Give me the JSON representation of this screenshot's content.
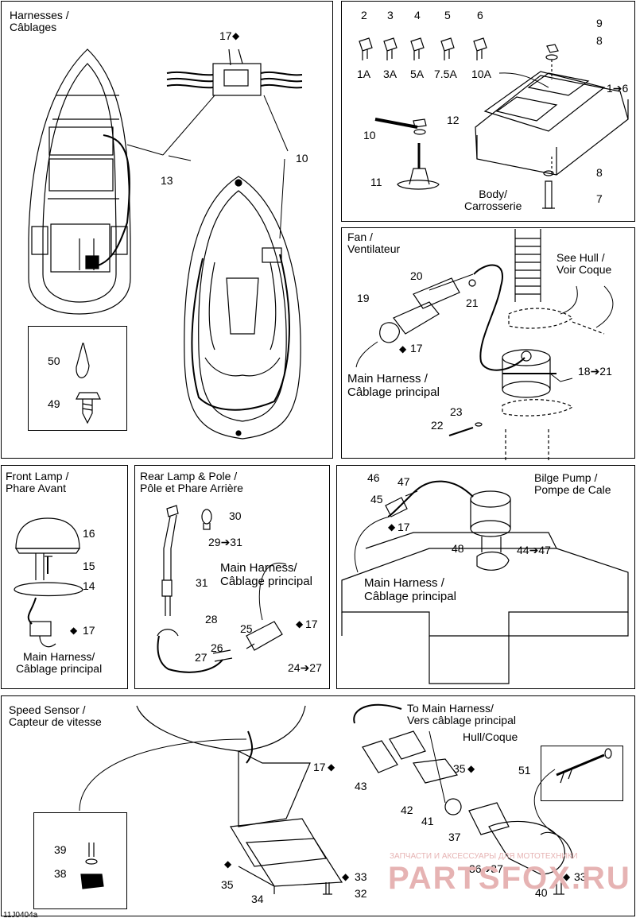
{
  "panels": {
    "harnesses": {
      "title": "Harnesses /\nCâblages",
      "callouts": [
        "17",
        "13",
        "10",
        "50",
        "49"
      ]
    },
    "fuses": {
      "fuse_numbers": [
        "2",
        "3",
        "4",
        "5",
        "6"
      ],
      "fuse_ratings": [
        "1A",
        "3A",
        "5A",
        "7.5A",
        "10A"
      ],
      "callouts": [
        "9",
        "8",
        "1➔6",
        "12",
        "10",
        "11",
        "8",
        "7"
      ],
      "body_label": "Body/\nCarrosserie"
    },
    "fan": {
      "title": "Fan /\nVentilateur",
      "callouts": [
        "20",
        "19",
        "21",
        "17",
        "18➔21",
        "23",
        "22"
      ],
      "see_hull": "See Hull /\nVoir Coque",
      "main_harness": "Main Harness /\nCâblage principal"
    },
    "front_lamp": {
      "title": "Front Lamp /\nPhare Avant",
      "callouts": [
        "16",
        "15",
        "14",
        "17"
      ],
      "main_harness": "Main Harness/\nCâblage principal"
    },
    "rear_lamp": {
      "title": "Rear Lamp & Pole /\nPôle et Phare Arrière",
      "callouts": [
        "30",
        "29➔31",
        "31",
        "28",
        "25",
        "17",
        "26",
        "27",
        "24➔27"
      ],
      "main_harness": "Main Harness/\nCâblage principal"
    },
    "bilge_pump": {
      "title": "Bilge Pump /\nPompe de Cale",
      "callouts": [
        "46",
        "47",
        "45",
        "17",
        "48",
        "44➔47"
      ],
      "main_harness": "Main Harness /\nCâblage principal"
    },
    "speed_sensor": {
      "title": "Speed Sensor /\nCapteur de vitesse",
      "to_main_harness": "To Main Harness/\nVers câblage principal",
      "hull": "Hull/Coque",
      "callouts": [
        "17",
        "43",
        "35",
        "51",
        "42",
        "41",
        "37",
        "39",
        "38",
        "35",
        "34",
        "33",
        "32",
        "36➔37",
        "40",
        "33"
      ]
    }
  },
  "footer": {
    "drawing_code": "11J0404a"
  },
  "watermark": {
    "text_ru": "ЗАПЧАСТИ И АКСЕССУАРЫ ДЛЯ МОТОТЕХНИКИ",
    "brand": "PARTSFOX.RU",
    "color": "#e05050"
  }
}
